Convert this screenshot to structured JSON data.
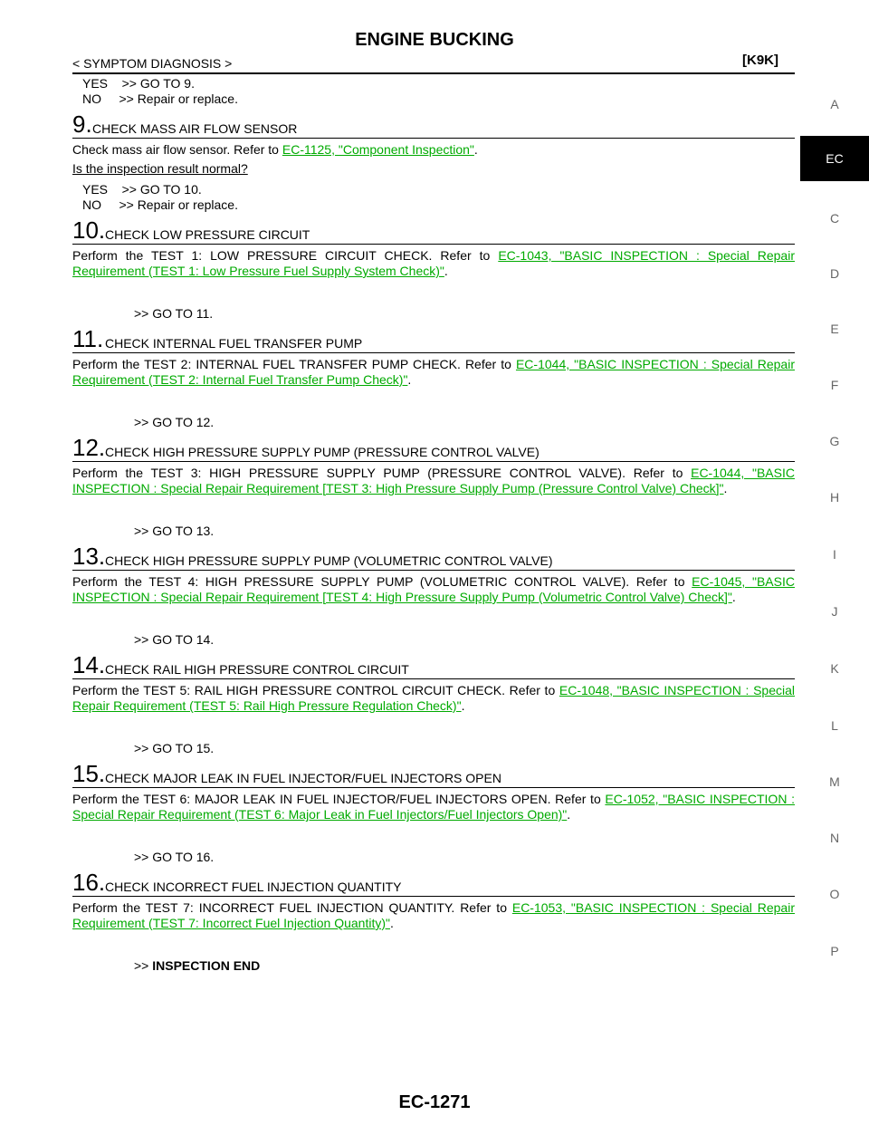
{
  "header": {
    "title": "ENGINE BUCKING",
    "breadcrumb": "< SYMPTOM DIAGNOSIS >",
    "code": "[K9K]"
  },
  "intro": {
    "yes": "YES    >> GO TO 9.",
    "no": "NO     >> Repair or replace."
  },
  "steps": [
    {
      "num": "9.",
      "title": "CHECK MASS AIR FLOW SENSOR",
      "text_before": "Check mass air flow sensor. Refer to ",
      "link": "EC-1125, \"Component Inspection\"",
      "text_after": ".",
      "question": "Is the inspection result normal?",
      "yes": "YES    >> GO TO 10.",
      "no": "NO     >> Repair or replace."
    },
    {
      "num": "10.",
      "title": "CHECK LOW PRESSURE CIRCUIT",
      "text_before": "Perform the TEST 1: LOW PRESSURE CIRCUIT CHECK. Refer to ",
      "link": "EC-1043, \"BASIC INSPECTION : Special Repair Requirement (TEST 1: Low Pressure Fuel Supply System Check)\"",
      "text_after": ".",
      "goto": ">> GO TO 11."
    },
    {
      "num": "11.",
      "title": "CHECK INTERNAL FUEL TRANSFER PUMP",
      "text_before": "Perform the TEST 2: INTERNAL FUEL TRANSFER PUMP CHECK. Refer to ",
      "link": "EC-1044, \"BASIC INSPECTION : Special Repair Requirement (TEST 2: Internal Fuel Transfer Pump Check)\"",
      "text_after": ".",
      "goto": ">> GO TO 12."
    },
    {
      "num": "12.",
      "title": "CHECK HIGH PRESSURE SUPPLY PUMP (PRESSURE CONTROL VALVE)",
      "text_before": "Perform the TEST 3: HIGH PRESSURE SUPPLY PUMP (PRESSURE CONTROL VALVE). Refer to ",
      "link": "EC-1044, \"BASIC INSPECTION : Special Repair Requirement [TEST 3: High Pressure Supply Pump (Pressure Control Valve) Check]\"",
      "text_after": ".",
      "goto": ">> GO TO 13."
    },
    {
      "num": "13.",
      "title": "CHECK HIGH PRESSURE SUPPLY PUMP (VOLUMETRIC CONTROL VALVE)",
      "text_before": "Perform the TEST 4: HIGH PRESSURE SUPPLY PUMP (VOLUMETRIC CONTROL VALVE). Refer to ",
      "link": "EC-1045, \"BASIC INSPECTION : Special Repair Requirement [TEST 4: High Pressure Supply Pump (Volumetric Control Valve) Check]\"",
      "text_after": ".",
      "goto": ">> GO TO 14."
    },
    {
      "num": "14.",
      "title": "CHECK RAIL HIGH PRESSURE CONTROL CIRCUIT",
      "text_before": "Perform the TEST 5: RAIL HIGH PRESSURE CONTROL CIRCUIT CHECK. Refer to ",
      "link": "EC-1048, \"BASIC INSPECTION : Special Repair Requirement (TEST 5: Rail High Pressure Regulation Check)\"",
      "text_after": ".",
      "goto": ">> GO TO 15."
    },
    {
      "num": "15.",
      "title": "CHECK MAJOR LEAK IN FUEL INJECTOR/FUEL INJECTORS OPEN",
      "text_before": "Perform the TEST 6: MAJOR LEAK IN FUEL INJECTOR/FUEL INJECTORS OPEN. Refer to ",
      "link": "EC-1052, \"BASIC INSPECTION : Special Repair Requirement (TEST 6: Major Leak in Fuel Injectors/Fuel Injectors Open)\"",
      "text_after": ".",
      "goto": ">> GO TO 16."
    },
    {
      "num": "16.",
      "title": "CHECK INCORRECT FUEL INJECTION QUANTITY",
      "text_before": "Perform the TEST 7: INCORRECT FUEL INJECTION QUANTITY. Refer to ",
      "link": "EC-1053, \"BASIC INSPECTION : Special Repair Requirement (TEST 7: Incorrect Fuel Injection Quantity)\"",
      "text_after": ".",
      "goto_prefix": ">> ",
      "goto_bold": "INSPECTION END"
    }
  ],
  "sidebar": {
    "letters": [
      "A",
      "C",
      "D",
      "E",
      "F",
      "G",
      "H",
      "I",
      "J",
      "K",
      "L",
      "M",
      "N",
      "O",
      "P"
    ],
    "active": "EC"
  },
  "footer": {
    "page": "EC-1271"
  },
  "colors": {
    "link": "#00aa00",
    "active_tab_bg": "#000000"
  }
}
